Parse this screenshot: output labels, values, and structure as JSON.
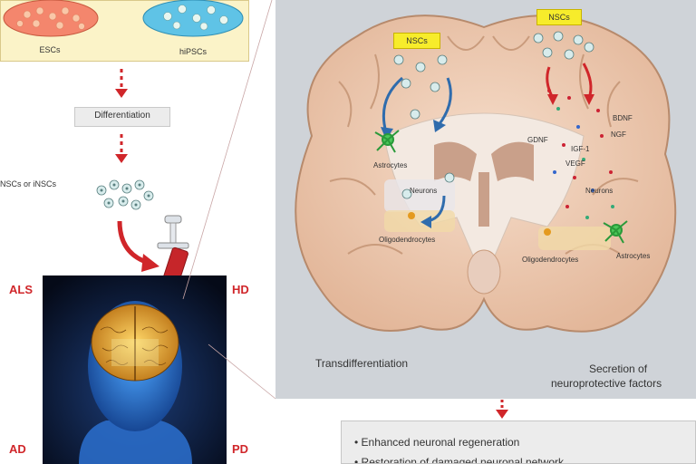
{
  "left": {
    "dish1_label": "ESCs",
    "dish2_label": "hiPSCs",
    "differentiation_label": "Differentiation",
    "cells_label": "NSCs or iNSCs",
    "diseases": [
      "ALS",
      "HD",
      "AD",
      "PD"
    ]
  },
  "brain_panel": {
    "left_tag": "NSCs",
    "right_tag": "NSCs",
    "left_labels": [
      "Astrocytes",
      "Neurons",
      "Oligodendrocytes"
    ],
    "right_labels": [
      "GDNF",
      "BDNF",
      "NGF",
      "IGF-1",
      "VEGF",
      "Neurons",
      "Oligodendrocytes",
      "Astrocytes"
    ],
    "caption_left": "Transdifferentiation",
    "caption_right_line1": "Secretion of",
    "caption_right_line2": "neuroprotective factors"
  },
  "outcomes": [
    "Enhanced neuronal regeneration",
    "Restoration of damaged neuronal network"
  ],
  "colors": {
    "arrow_red": "#d0262a",
    "tag_yellow": "#f7ec2b",
    "panel_gray": "#cfd3d8",
    "dish_cyan": "#5fc3e6"
  }
}
